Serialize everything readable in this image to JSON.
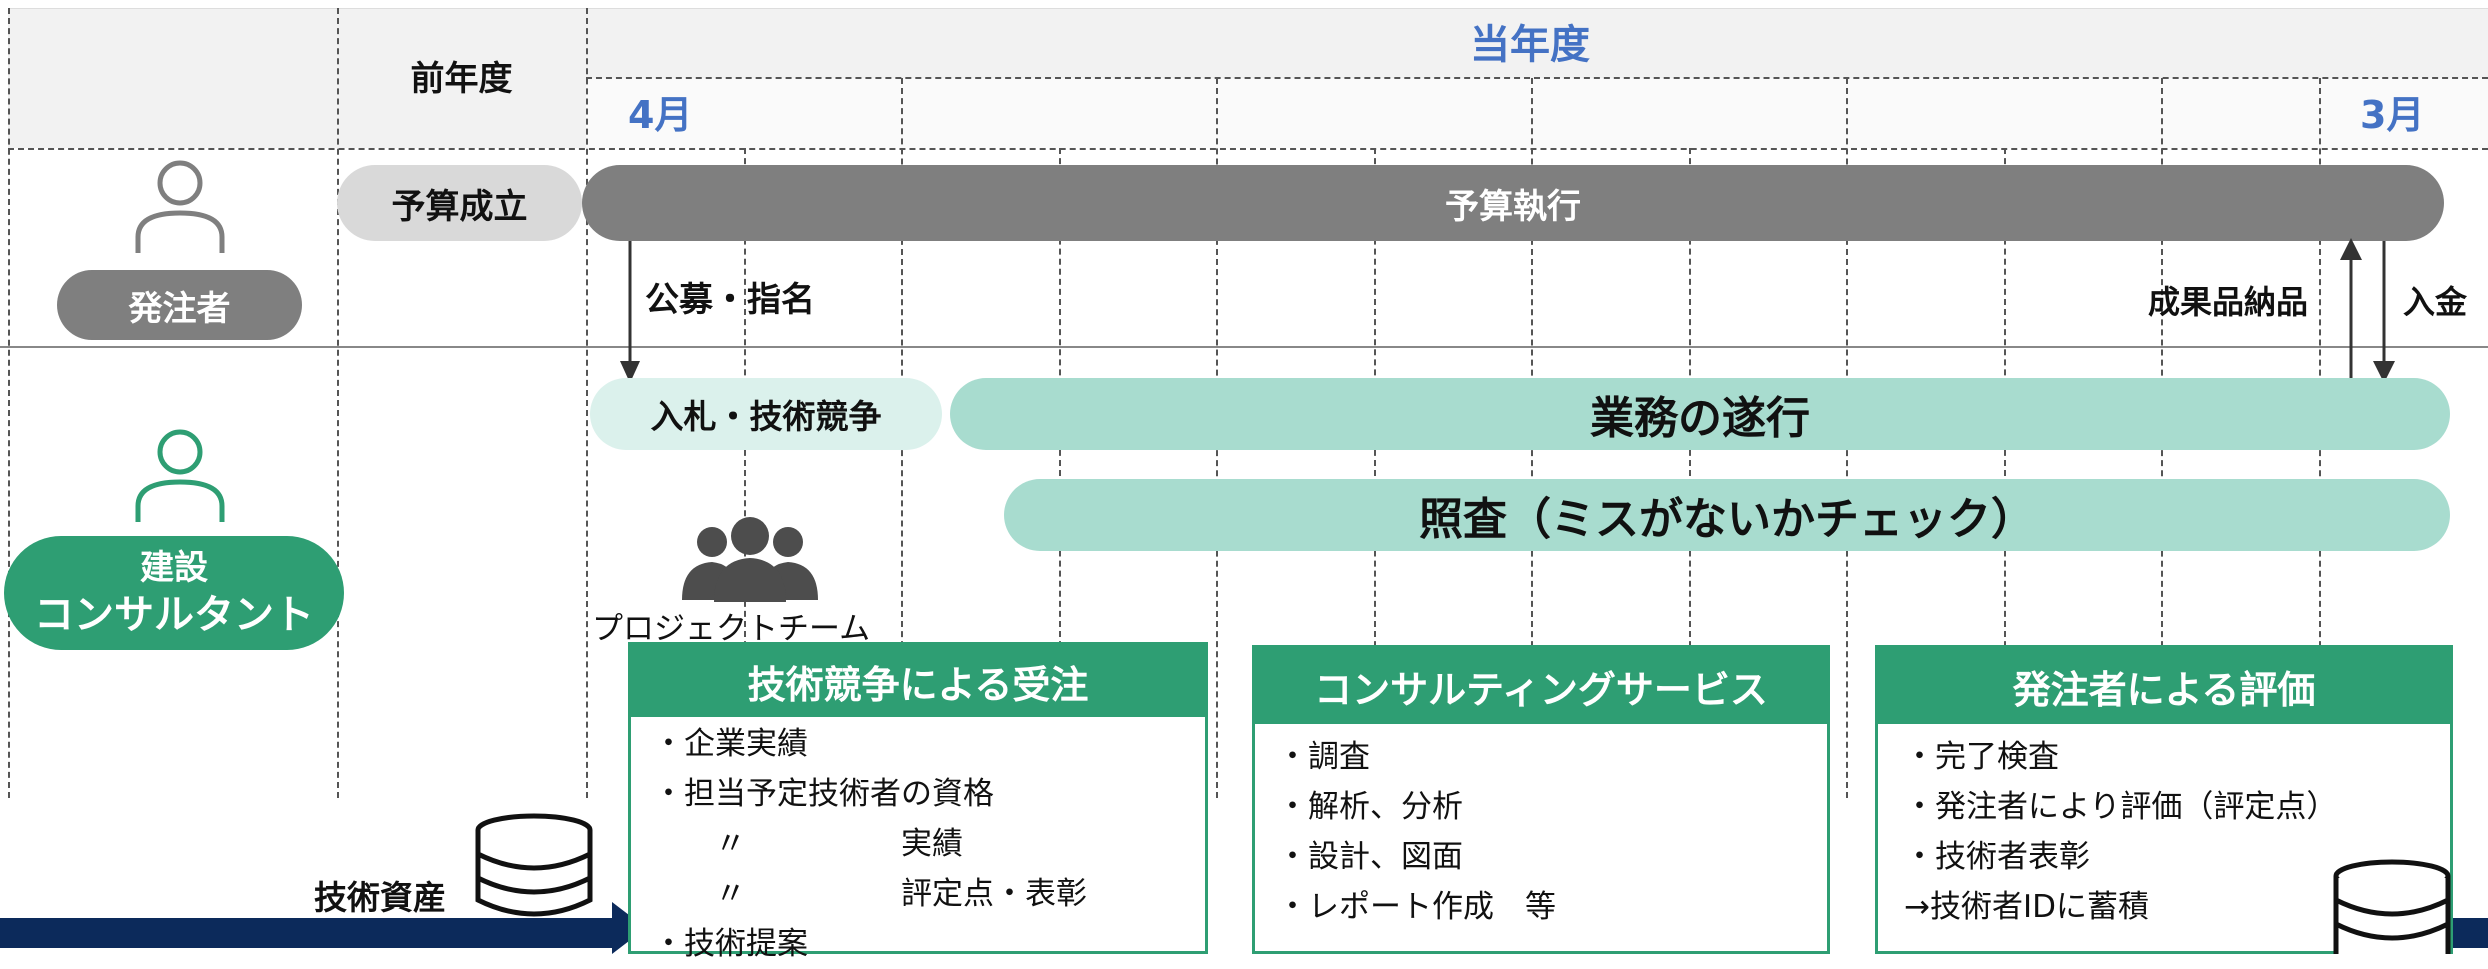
{
  "header": {
    "prev_year": "前年度",
    "current_year": "当年度",
    "month_start": "4月",
    "month_end": "3月"
  },
  "rows": {
    "client_label": "発注者",
    "consultant_label_1": "建設",
    "consultant_label_2": "コンサルタント"
  },
  "client_lane": {
    "budget_approval": "予算成立",
    "budget_execution": "予算執行",
    "bid_call": "公募・指名",
    "deliverable": "成果品納品",
    "payment": "入金"
  },
  "consultant_lane": {
    "bidding": "入札・技術競争",
    "execution": "業務の遂行",
    "verification": "照査（ミスがないかチェック）",
    "team": "プロジェクトチーム"
  },
  "assets_label": "技術資産",
  "boxes": [
    {
      "title": "技術競争による受注",
      "items": [
        "・企業実績",
        "・担当予定技術者の資格",
        "　　〃　　　　　実績",
        "　　〃　　　　　評定点・表彰",
        "・技術提案"
      ]
    },
    {
      "title": "コンサルティングサービス",
      "items": [
        "・調査",
        "・解析、分析",
        "・設計、図面",
        "・レポート作成　等"
      ]
    },
    {
      "title": "発注者による評価",
      "items": [
        "・完了検査",
        "・発注者により評価（評定点）",
        "・技術者表彰",
        "→技術者IDに蓄積"
      ]
    }
  ],
  "colors": {
    "accent_blue": "#4472c4",
    "green_dark": "#2e9e73",
    "green_light": "#a8dccf",
    "green_pale": "#dbf1ec",
    "gray_bar": "#7f7f7f",
    "gray_light": "#d9d9d9",
    "navy": "#0c2a5b"
  },
  "icons": [
    "person-icon",
    "team-icon",
    "database-icon",
    "arrow-icon"
  ]
}
